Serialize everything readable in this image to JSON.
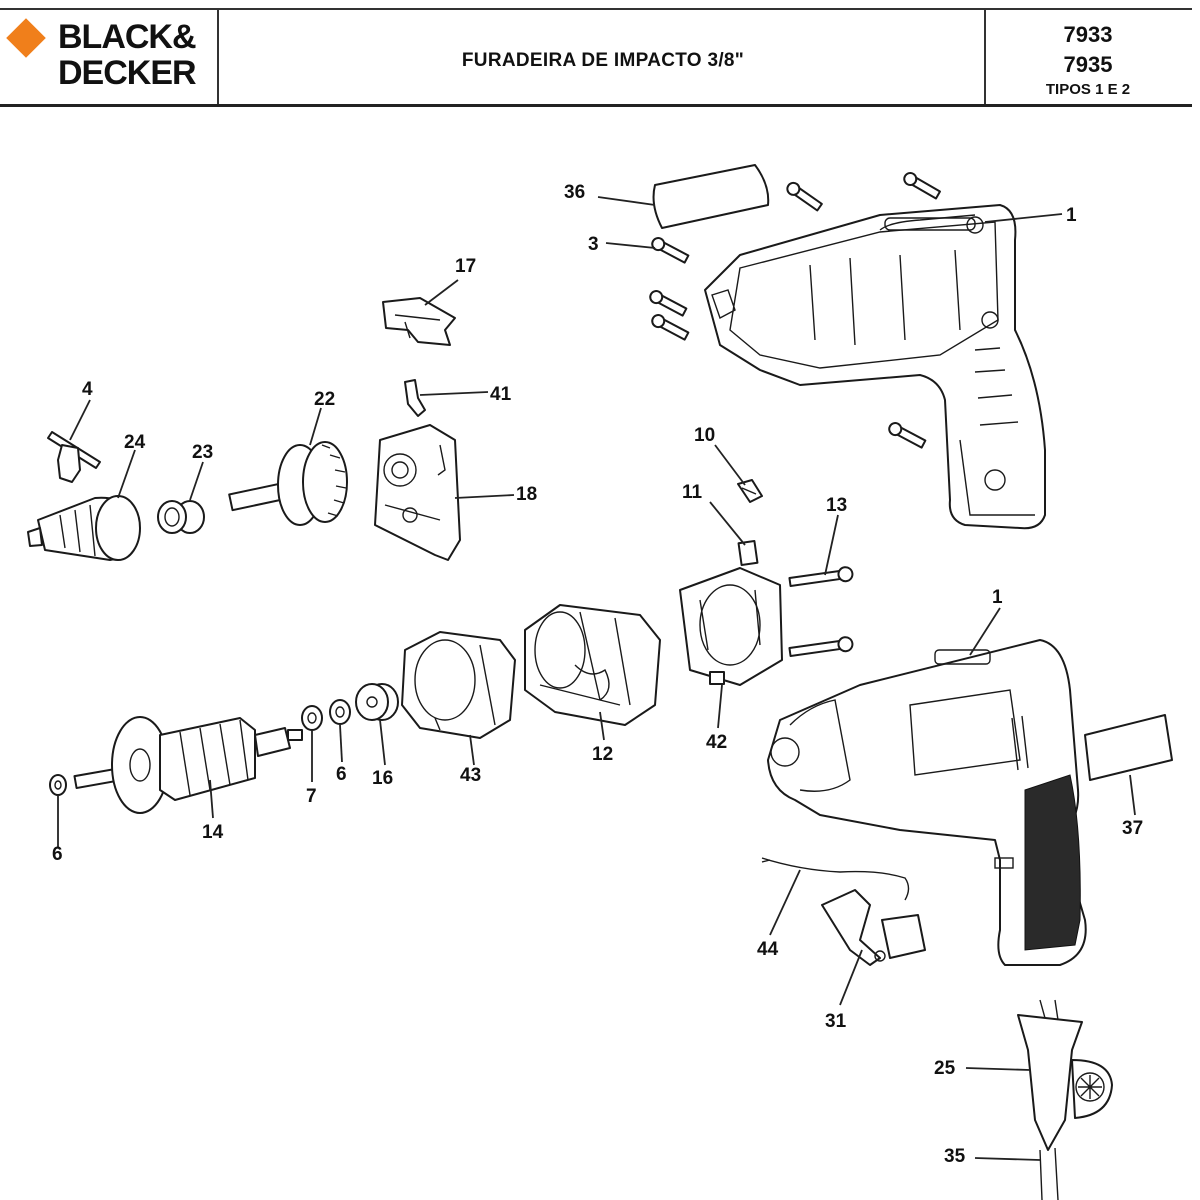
{
  "header": {
    "brand_line1": "BLACK&",
    "brand_line2": "DECKER",
    "brand_color": "#f07f1b",
    "title": "FURADEIRA DE IMPACTO 3/8\"",
    "model_1": "7933",
    "model_2": "7935",
    "types": "TIPOS 1 E 2"
  },
  "callouts": {
    "p36": "36",
    "p3": "3",
    "p1a": "1",
    "p17": "17",
    "p4": "4",
    "p22": "22",
    "p41": "41",
    "p24": "24",
    "p23": "23",
    "p18": "18",
    "p10": "10",
    "p11": "11",
    "p13": "13",
    "p1b": "1",
    "p7": "7",
    "p6a": "6",
    "p16": "16",
    "p43": "43",
    "p12": "12",
    "p42": "42",
    "p14": "14",
    "p6b": "6",
    "p37": "37",
    "p44": "44",
    "p31": "31",
    "p25": "25",
    "p35": "35"
  }
}
